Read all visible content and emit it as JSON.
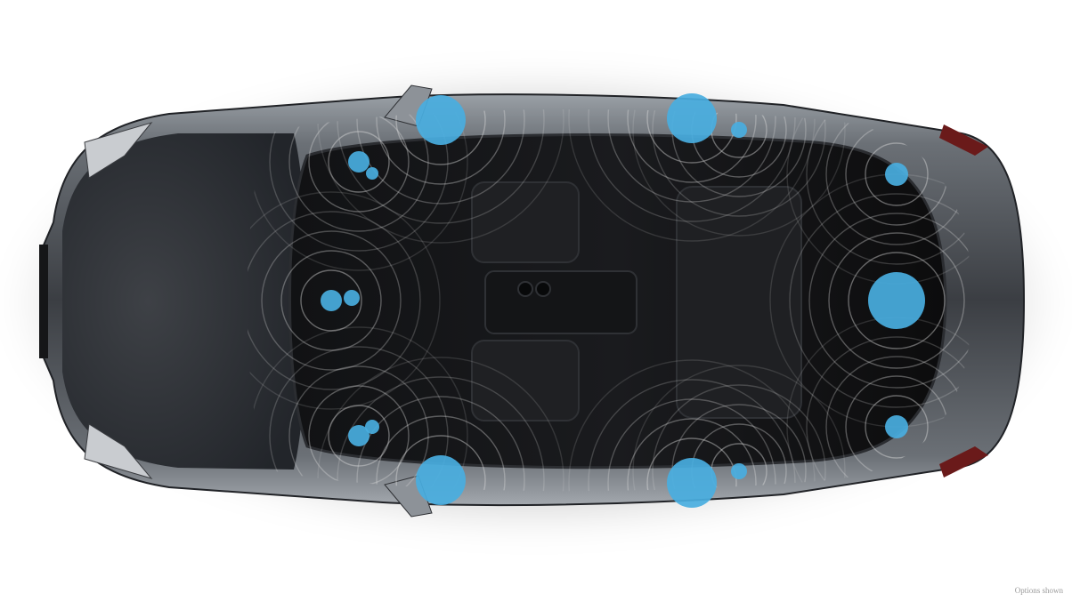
{
  "caption": "Options shown",
  "colors": {
    "background": "#ffffff",
    "body_paint": "#5c6066",
    "body_dark": "#2a2c30",
    "interior": "#0c0c0d",
    "speaker": "#49aee0",
    "wave": "#dcdcdc"
  },
  "speakers": [
    {
      "name": "front-left-door-woofer"
    },
    {
      "name": "front-right-door-woofer"
    },
    {
      "name": "rear-left-door-woofer"
    },
    {
      "name": "rear-right-door-woofer"
    },
    {
      "name": "front-left-tweeter"
    },
    {
      "name": "front-right-tweeter"
    },
    {
      "name": "dash-center-speaker"
    },
    {
      "name": "rear-deck-subwoofer"
    },
    {
      "name": "rear-left-pillar-speaker"
    },
    {
      "name": "rear-right-pillar-speaker"
    },
    {
      "name": "rear-left-door-tweeter"
    },
    {
      "name": "rear-right-door-tweeter"
    }
  ]
}
